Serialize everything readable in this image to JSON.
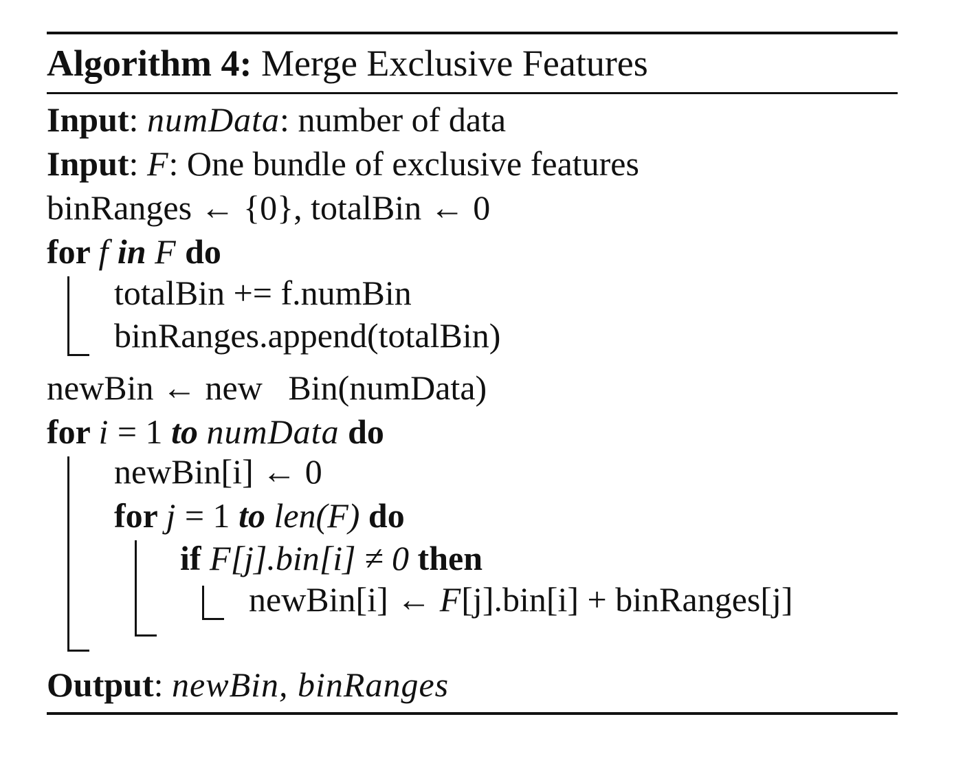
{
  "algorithm": {
    "title_label": "Algorithm 4:",
    "title_text": " Merge Exclusive Features"
  },
  "lines": {
    "input1": {
      "kw": "Input",
      "sep": ": ",
      "var": "numData",
      "rest": ": number of data"
    },
    "input2": {
      "kw": "Input",
      "sep": ": ",
      "var": "F",
      "rest": ": One bundle of exclusive features"
    },
    "init": {
      "text": "binRanges ← {0}, totalBin ← 0"
    },
    "for1": {
      "kw1": "for ",
      "var": "f",
      "kw2": " in ",
      "var2": "F",
      "kw3": " do"
    },
    "for1_body1": {
      "text": "totalBin += f.numBin"
    },
    "for1_body2": {
      "text": "binRanges.append(totalBin)"
    },
    "newbin": {
      "text": "newBin ← new   Bin(numData)"
    },
    "for2": {
      "kw1": "for ",
      "var": "i",
      "eq": " = 1 ",
      "kw2": "to",
      "sp": " ",
      "var2": "numData",
      "kw3": " do"
    },
    "for2_body1": {
      "text": "newBin[i] ← 0"
    },
    "for3": {
      "kw1": "for ",
      "var": "j",
      "eq": " = 1 ",
      "kw2": "to",
      "rest": " len(F)",
      "kw3": " do"
    },
    "if": {
      "kw1": "if ",
      "cond": "F[j].bin[i] ≠ 0",
      "kw2": " then"
    },
    "assign": {
      "left": "newBin[i] ← ",
      "var": "F",
      "right": "[j].bin[i] + binRanges[j]"
    },
    "output": {
      "kw": "Output",
      "sep": ": ",
      "vars": "newBin, binRanges"
    }
  }
}
